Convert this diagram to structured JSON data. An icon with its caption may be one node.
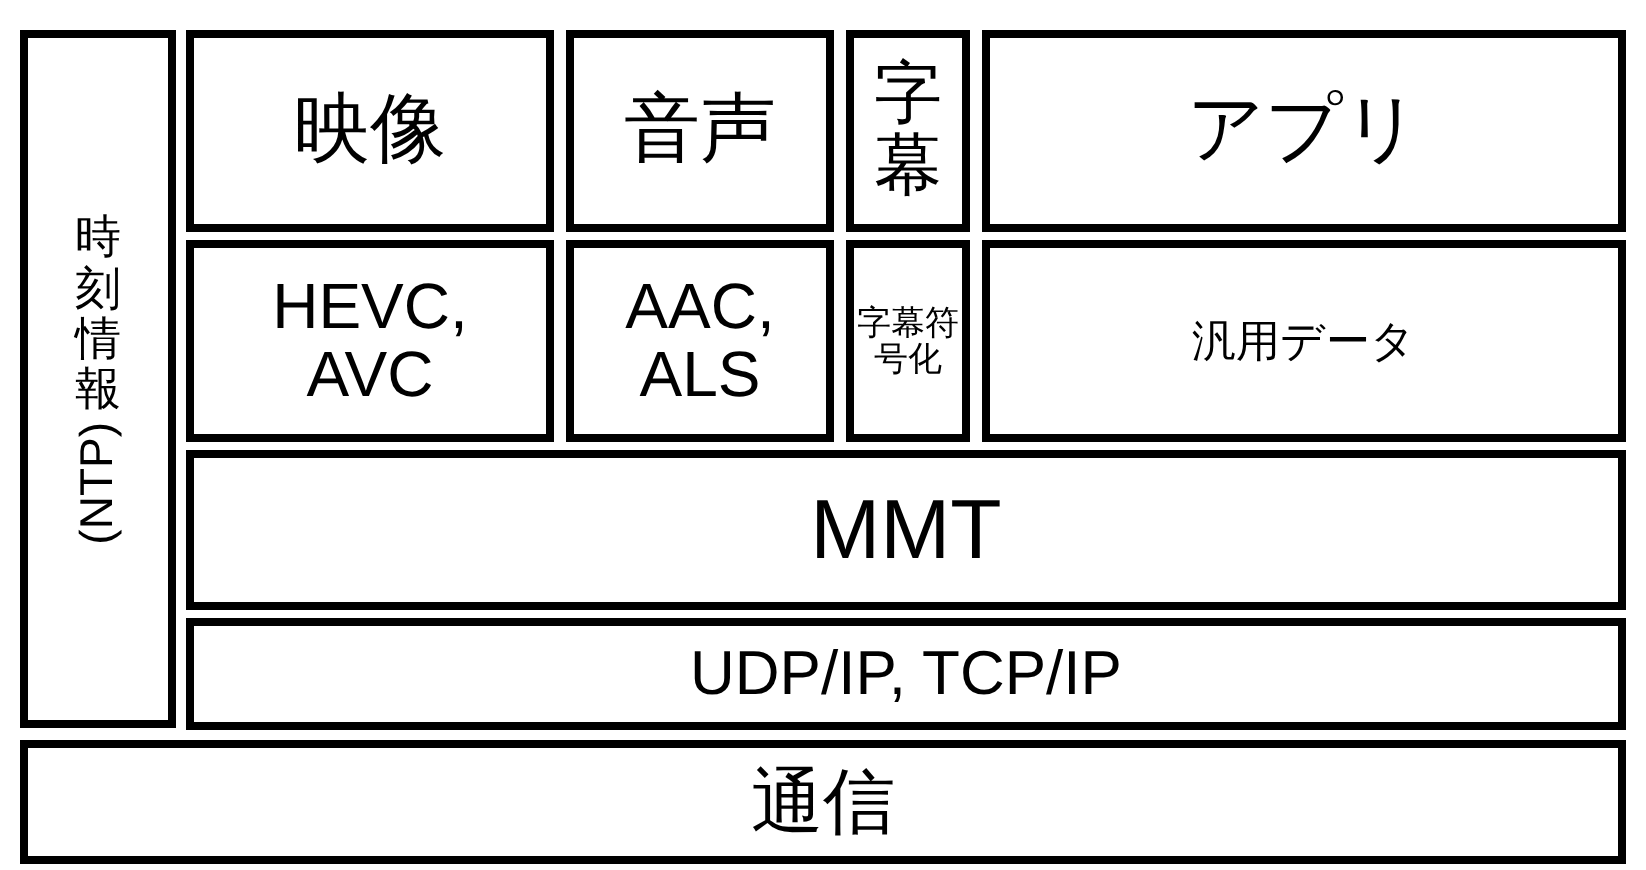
{
  "diagram": {
    "nodes": [
      {
        "text": [
          "時刻情報(NTP)"
        ]
      },
      {
        "text": [
          "映像"
        ]
      },
      {
        "text": [
          "音声"
        ]
      },
      {
        "text": [
          "字幕"
        ]
      },
      {
        "text": [
          "アプリ"
        ]
      },
      {
        "text": [
          "HEVC, AVC"
        ]
      },
      {
        "text": [
          "AAC, ALS"
        ]
      },
      {
        "text": [
          "字幕符号化"
        ]
      },
      {
        "text": [
          "汎用データ"
        ]
      },
      {
        "text": [
          "MMT"
        ]
      },
      {
        "text": [
          "UDP/IP, TCP/IP"
        ]
      },
      {
        "text": [
          "通信"
        ]
      }
    ]
  }
}
